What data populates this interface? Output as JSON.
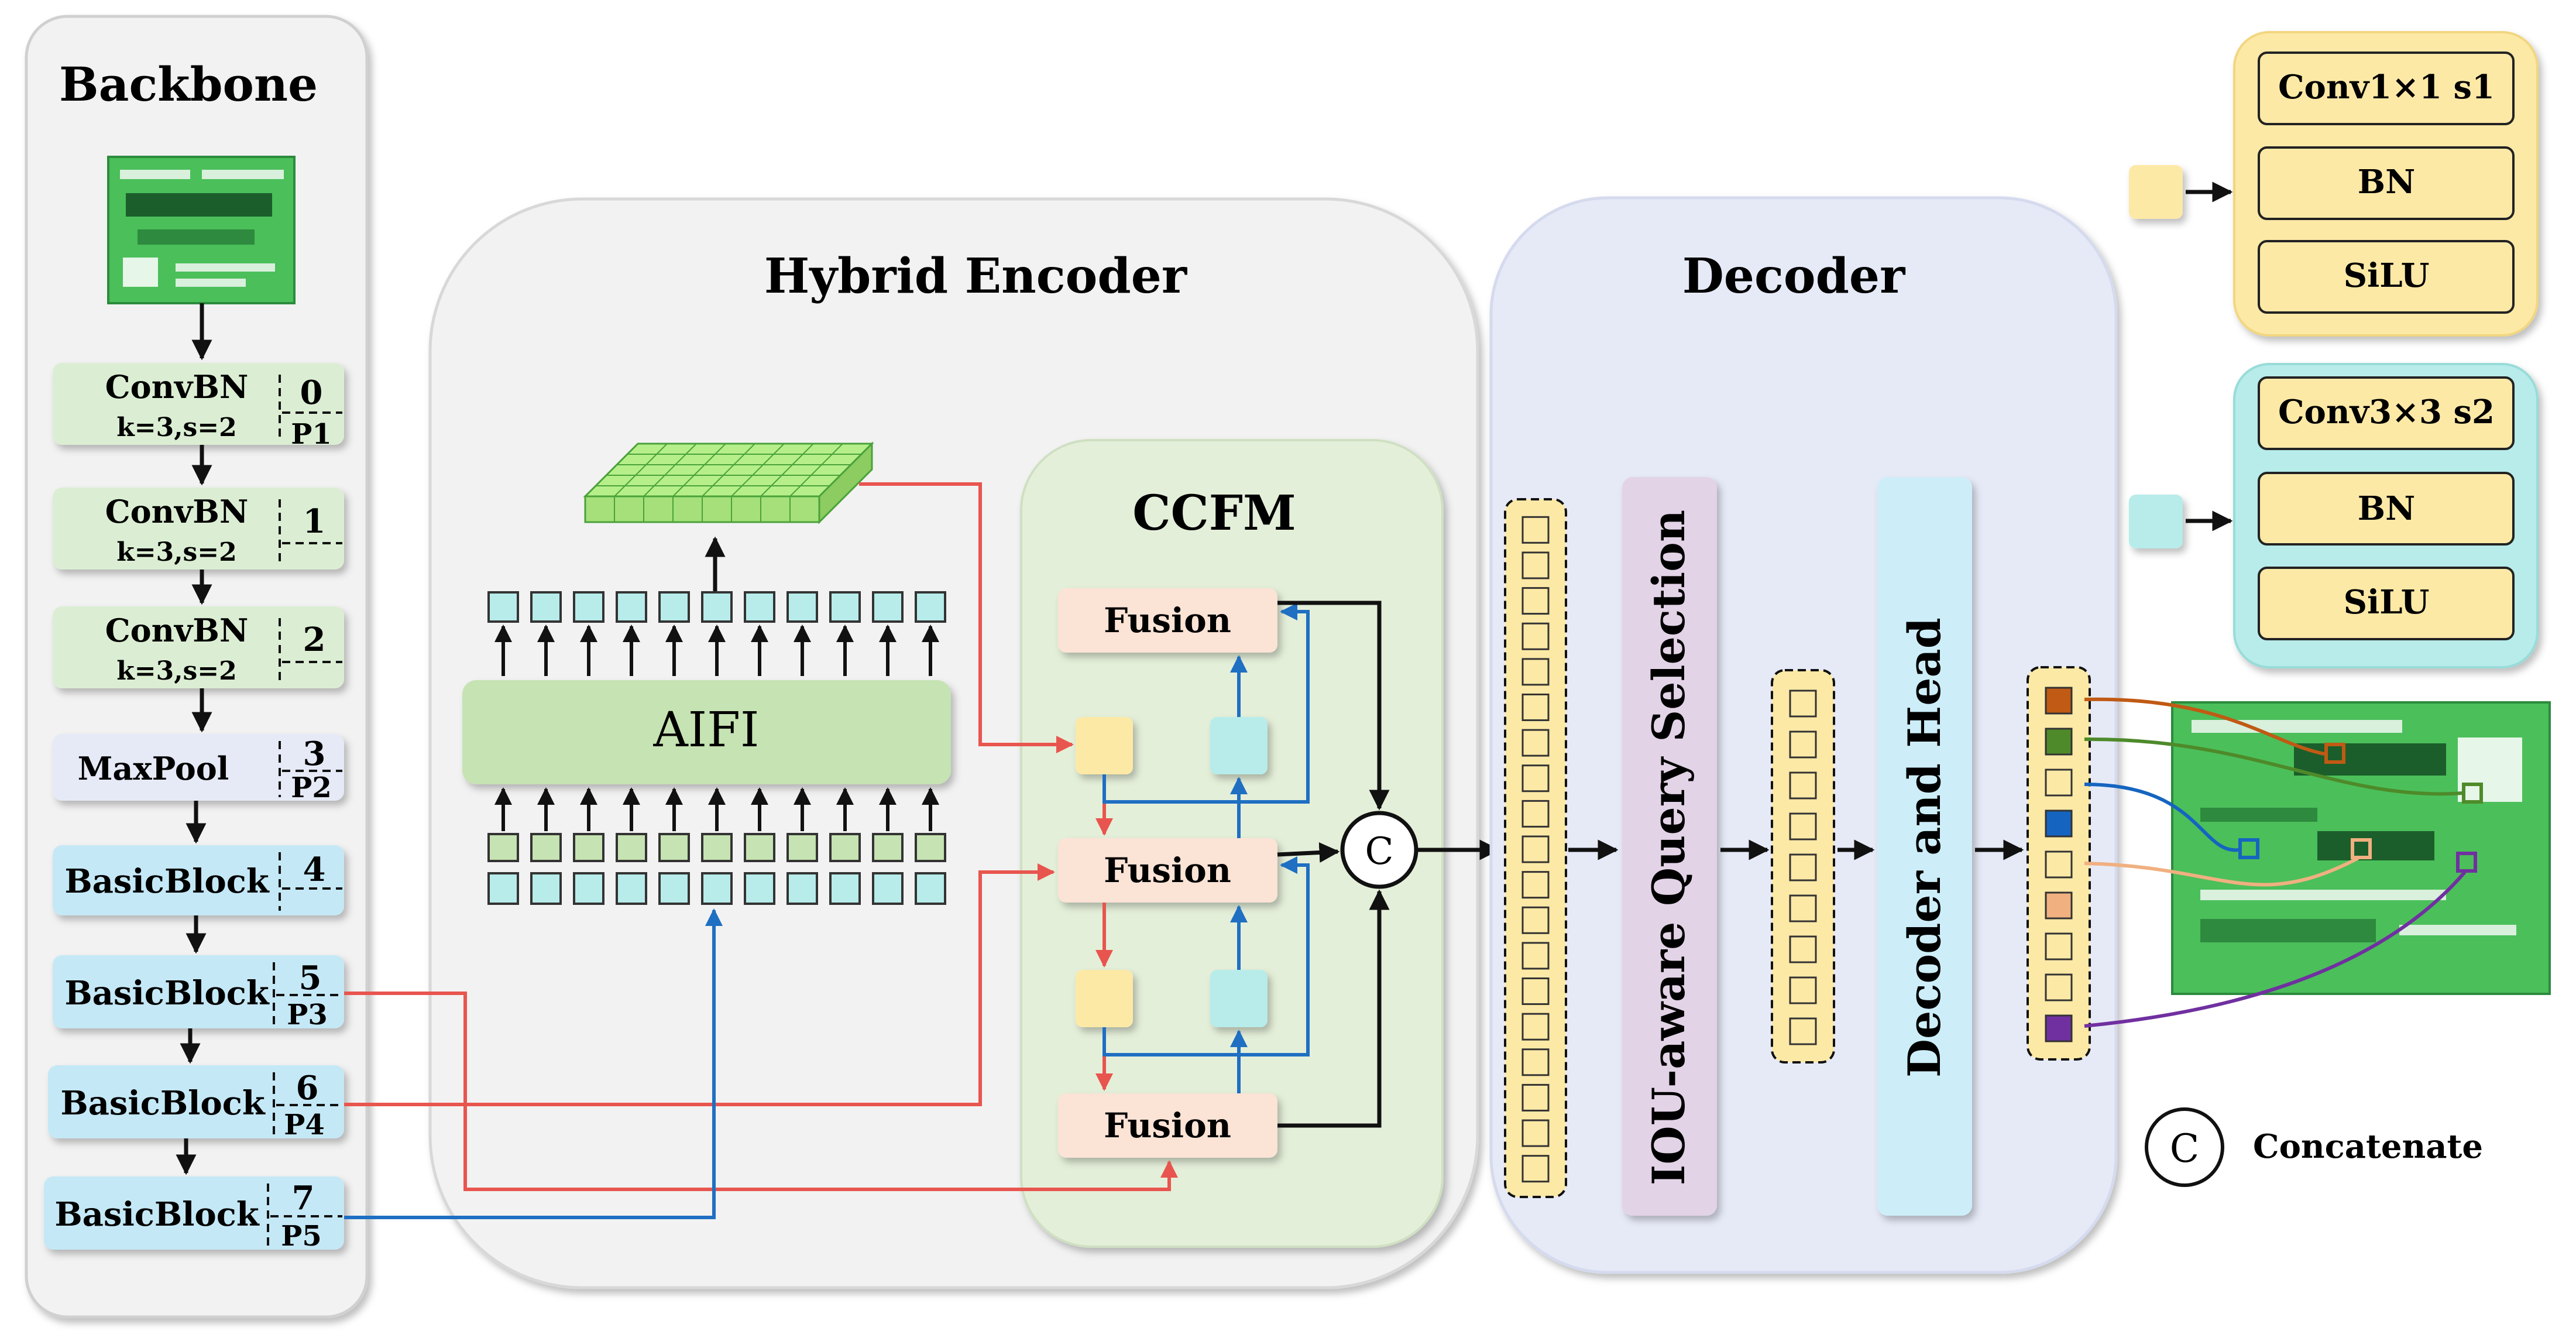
{
  "backbone": {
    "title": "Backbone",
    "stages": [
      {
        "name": "ConvBN",
        "params": "k=3,s=2",
        "index": "0",
        "level": "P1",
        "type": "conv"
      },
      {
        "name": "ConvBN",
        "params": "k=3,s=2",
        "index": "1",
        "level": "",
        "type": "conv"
      },
      {
        "name": "ConvBN",
        "params": "k=3,s=2",
        "index": "2",
        "level": "",
        "type": "conv"
      },
      {
        "name": "MaxPool",
        "params": "",
        "index": "3",
        "level": "P2",
        "type": "pool"
      },
      {
        "name": "BasicBlock",
        "params": "",
        "index": "4",
        "level": "",
        "type": "block"
      },
      {
        "name": "BasicBlock",
        "params": "",
        "index": "5",
        "level": "P3",
        "type": "block"
      },
      {
        "name": "BasicBlock",
        "params": "",
        "index": "6",
        "level": "P4",
        "type": "block"
      },
      {
        "name": "BasicBlock",
        "params": "",
        "index": "7",
        "level": "P5",
        "type": "block"
      }
    ]
  },
  "encoder": {
    "title": "Hybrid Encoder",
    "aifi_label": "AIFI",
    "ccfm": {
      "title": "CCFM",
      "fusion_labels": [
        "Fusion",
        "Fusion",
        "Fusion"
      ],
      "concat_symbol": "C"
    }
  },
  "decoder": {
    "title": "Decoder",
    "query_selection": "IOU-aware Query Selection",
    "decoder_head": "Decoder and Head"
  },
  "legend": {
    "yellow_block": [
      "Conv1×1 s1",
      "BN",
      "SiLU"
    ],
    "cyan_block": [
      "Conv3×3 s2",
      "BN",
      "SiLU"
    ],
    "concat_symbol": "C",
    "concat_label": "Concatenate"
  },
  "colors": {
    "red_arrow": "#e8554e",
    "blue_arrow": "#1f6fc2",
    "yellow": "#fde9a6",
    "cyan": "#b7ecea",
    "fusion": "#fbe3d6",
    "output_colors": [
      "#c05a14",
      "#4e8a2a",
      "#1565c0",
      "#f0b080",
      "#7030a0"
    ]
  }
}
